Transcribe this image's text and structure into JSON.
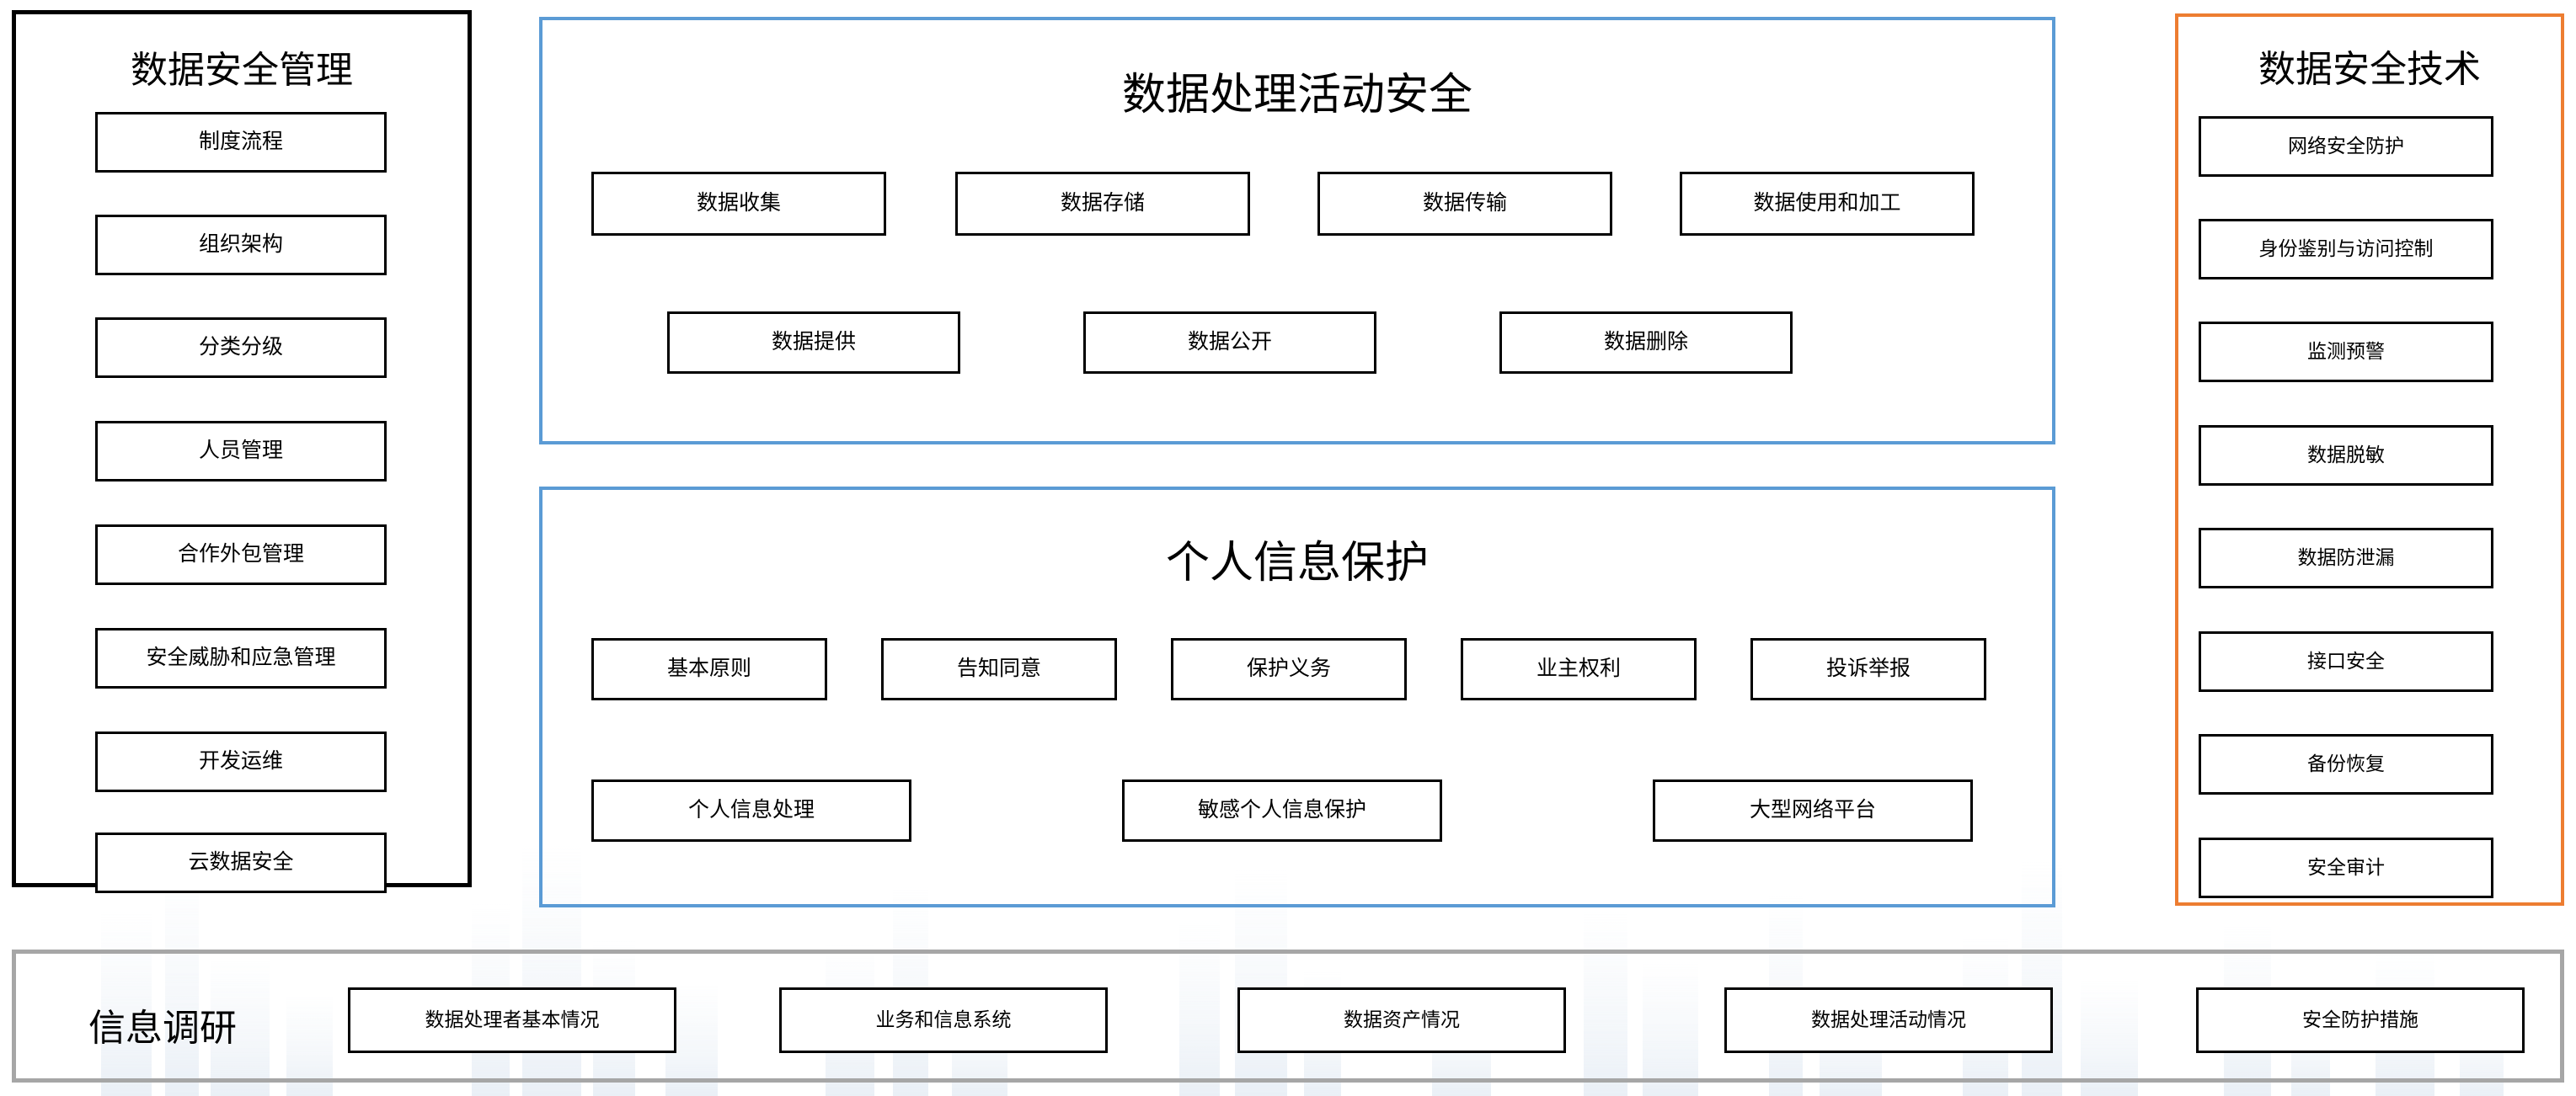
{
  "colors": {
    "black": "#000000",
    "blue": "#5B9BD5",
    "orange": "#ED7D31",
    "gray": "#A6A6A6",
    "white": "#FFFFFF"
  },
  "management_panel": {
    "title": "数据安全管理",
    "items": [
      "制度流程",
      "组织架构",
      "分类分级",
      "人员管理",
      "合作外包管理",
      "安全威胁和应急管理",
      "开发运维",
      "云数据安全"
    ]
  },
  "processing_panel": {
    "title": "数据处理活动安全",
    "row1": [
      "数据收集",
      "数据存储",
      "数据传输",
      "数据使用和加工"
    ],
    "row2": [
      "数据提供",
      "数据公开",
      "数据删除"
    ]
  },
  "privacy_panel": {
    "title": "个人信息保护",
    "row1": [
      "基本原则",
      "告知同意",
      "保护义务",
      "业主权利",
      "投诉举报"
    ],
    "row2": [
      "个人信息处理",
      "敏感个人信息保护",
      "大型网络平台"
    ]
  },
  "technology_panel": {
    "title": "数据安全技术",
    "items": [
      "网络安全防护",
      "身份鉴别与访问控制",
      "监测预警",
      "数据脱敏",
      "数据防泄漏",
      "接口安全",
      "备份恢复",
      "安全审计"
    ]
  },
  "research_bar": {
    "label": "信息调研",
    "items": [
      "数据处理者基本情况",
      "业务和信息系统",
      "数据资产情况",
      "数据处理活动情况",
      "安全防护措施"
    ]
  }
}
